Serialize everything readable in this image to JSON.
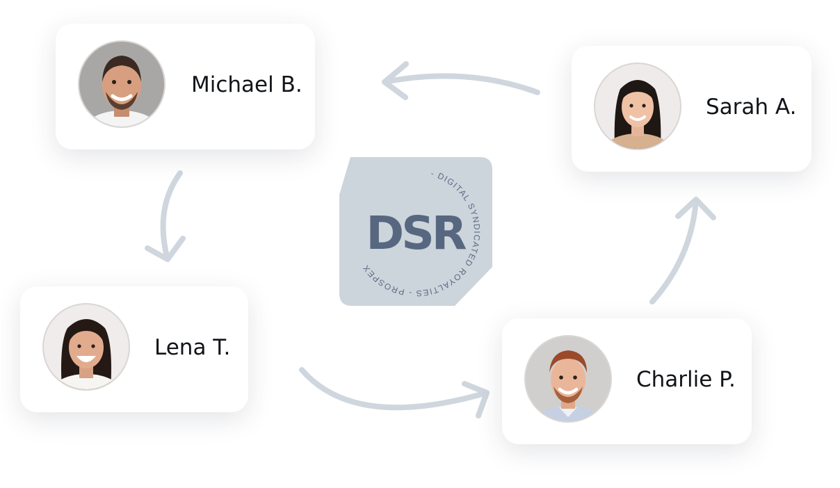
{
  "people": {
    "michael": {
      "name": "Michael B."
    },
    "sarah": {
      "name": "Sarah A."
    },
    "lena": {
      "name": "Lena T."
    },
    "charlie": {
      "name": "Charlie P."
    }
  },
  "center": {
    "logo": "DSR",
    "ring_text": "- DIGITAL SYNDICATED ROYALTIES - PROSPEX"
  },
  "colors": {
    "arrow": "#cfd6de",
    "badge": "#ccd4dc",
    "logo": "#4f5e79",
    "ring_text": "#5b6a82"
  }
}
